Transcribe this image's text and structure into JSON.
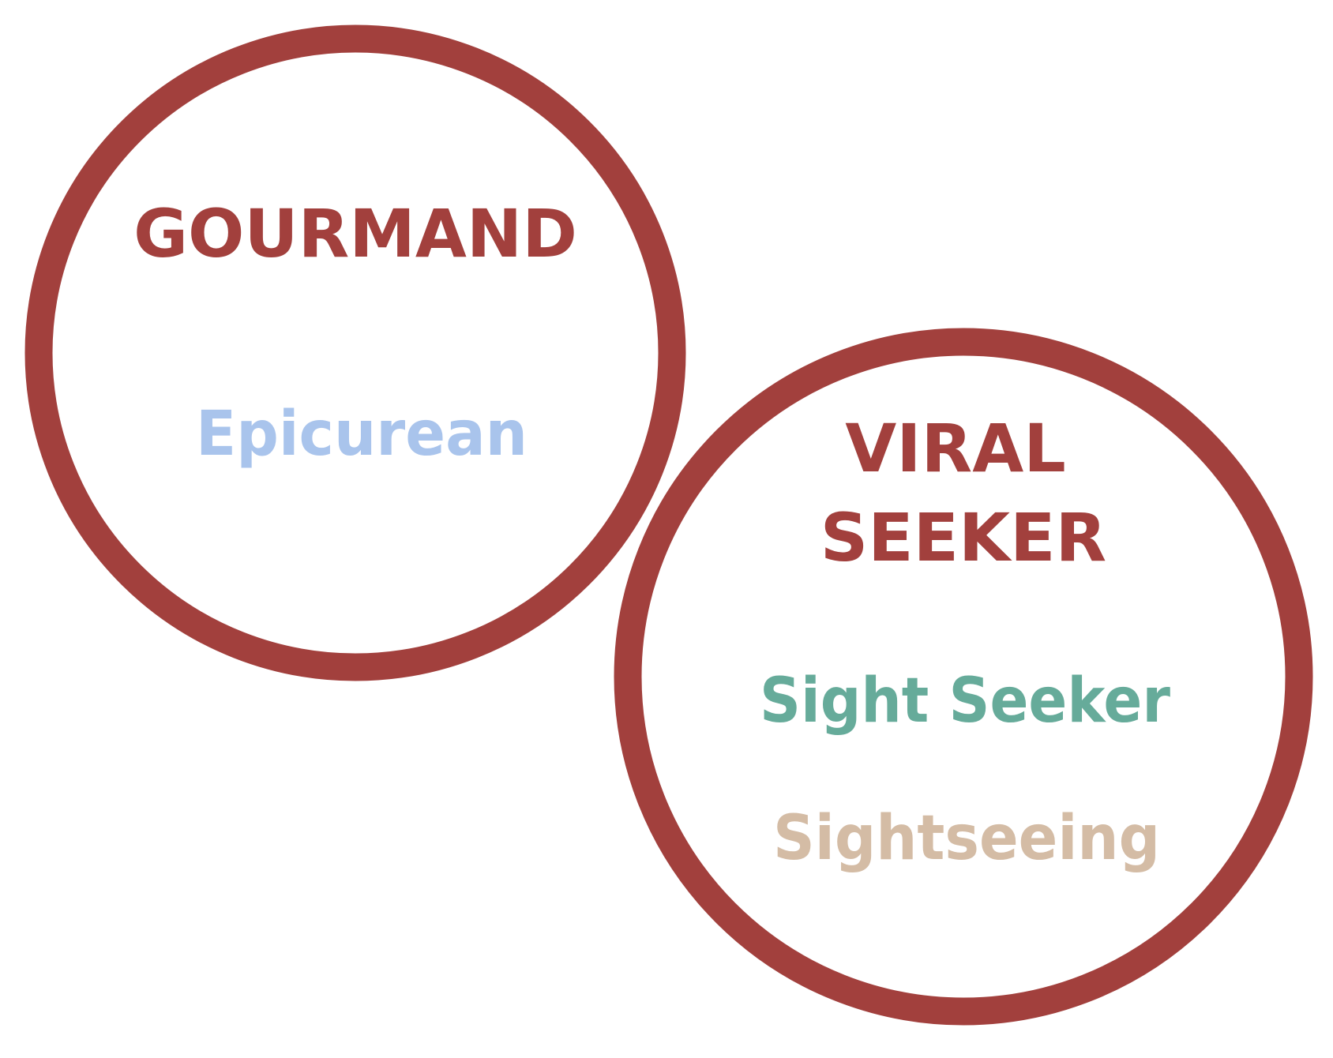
{
  "colors": {
    "ring": "#a2403d",
    "title": "#a2403d",
    "epicurean": "#a9c4ec",
    "sight_seeker": "#66ab9a",
    "sightseeing": "#d4bca5",
    "background": "#ffffff"
  },
  "circles": [
    {
      "id": "gourmand",
      "title_lines": [
        "GOURMAND"
      ],
      "terms": [
        {
          "text": "Epicurean",
          "color_key": "epicurean"
        }
      ]
    },
    {
      "id": "viral-seeker",
      "title_lines": [
        "VIRAL",
        "SEEKER"
      ],
      "terms": [
        {
          "text": "Sight Seeker",
          "color_key": "sight_seeker"
        },
        {
          "text": "Sightseeing",
          "color_key": "sightseeing"
        }
      ]
    }
  ]
}
